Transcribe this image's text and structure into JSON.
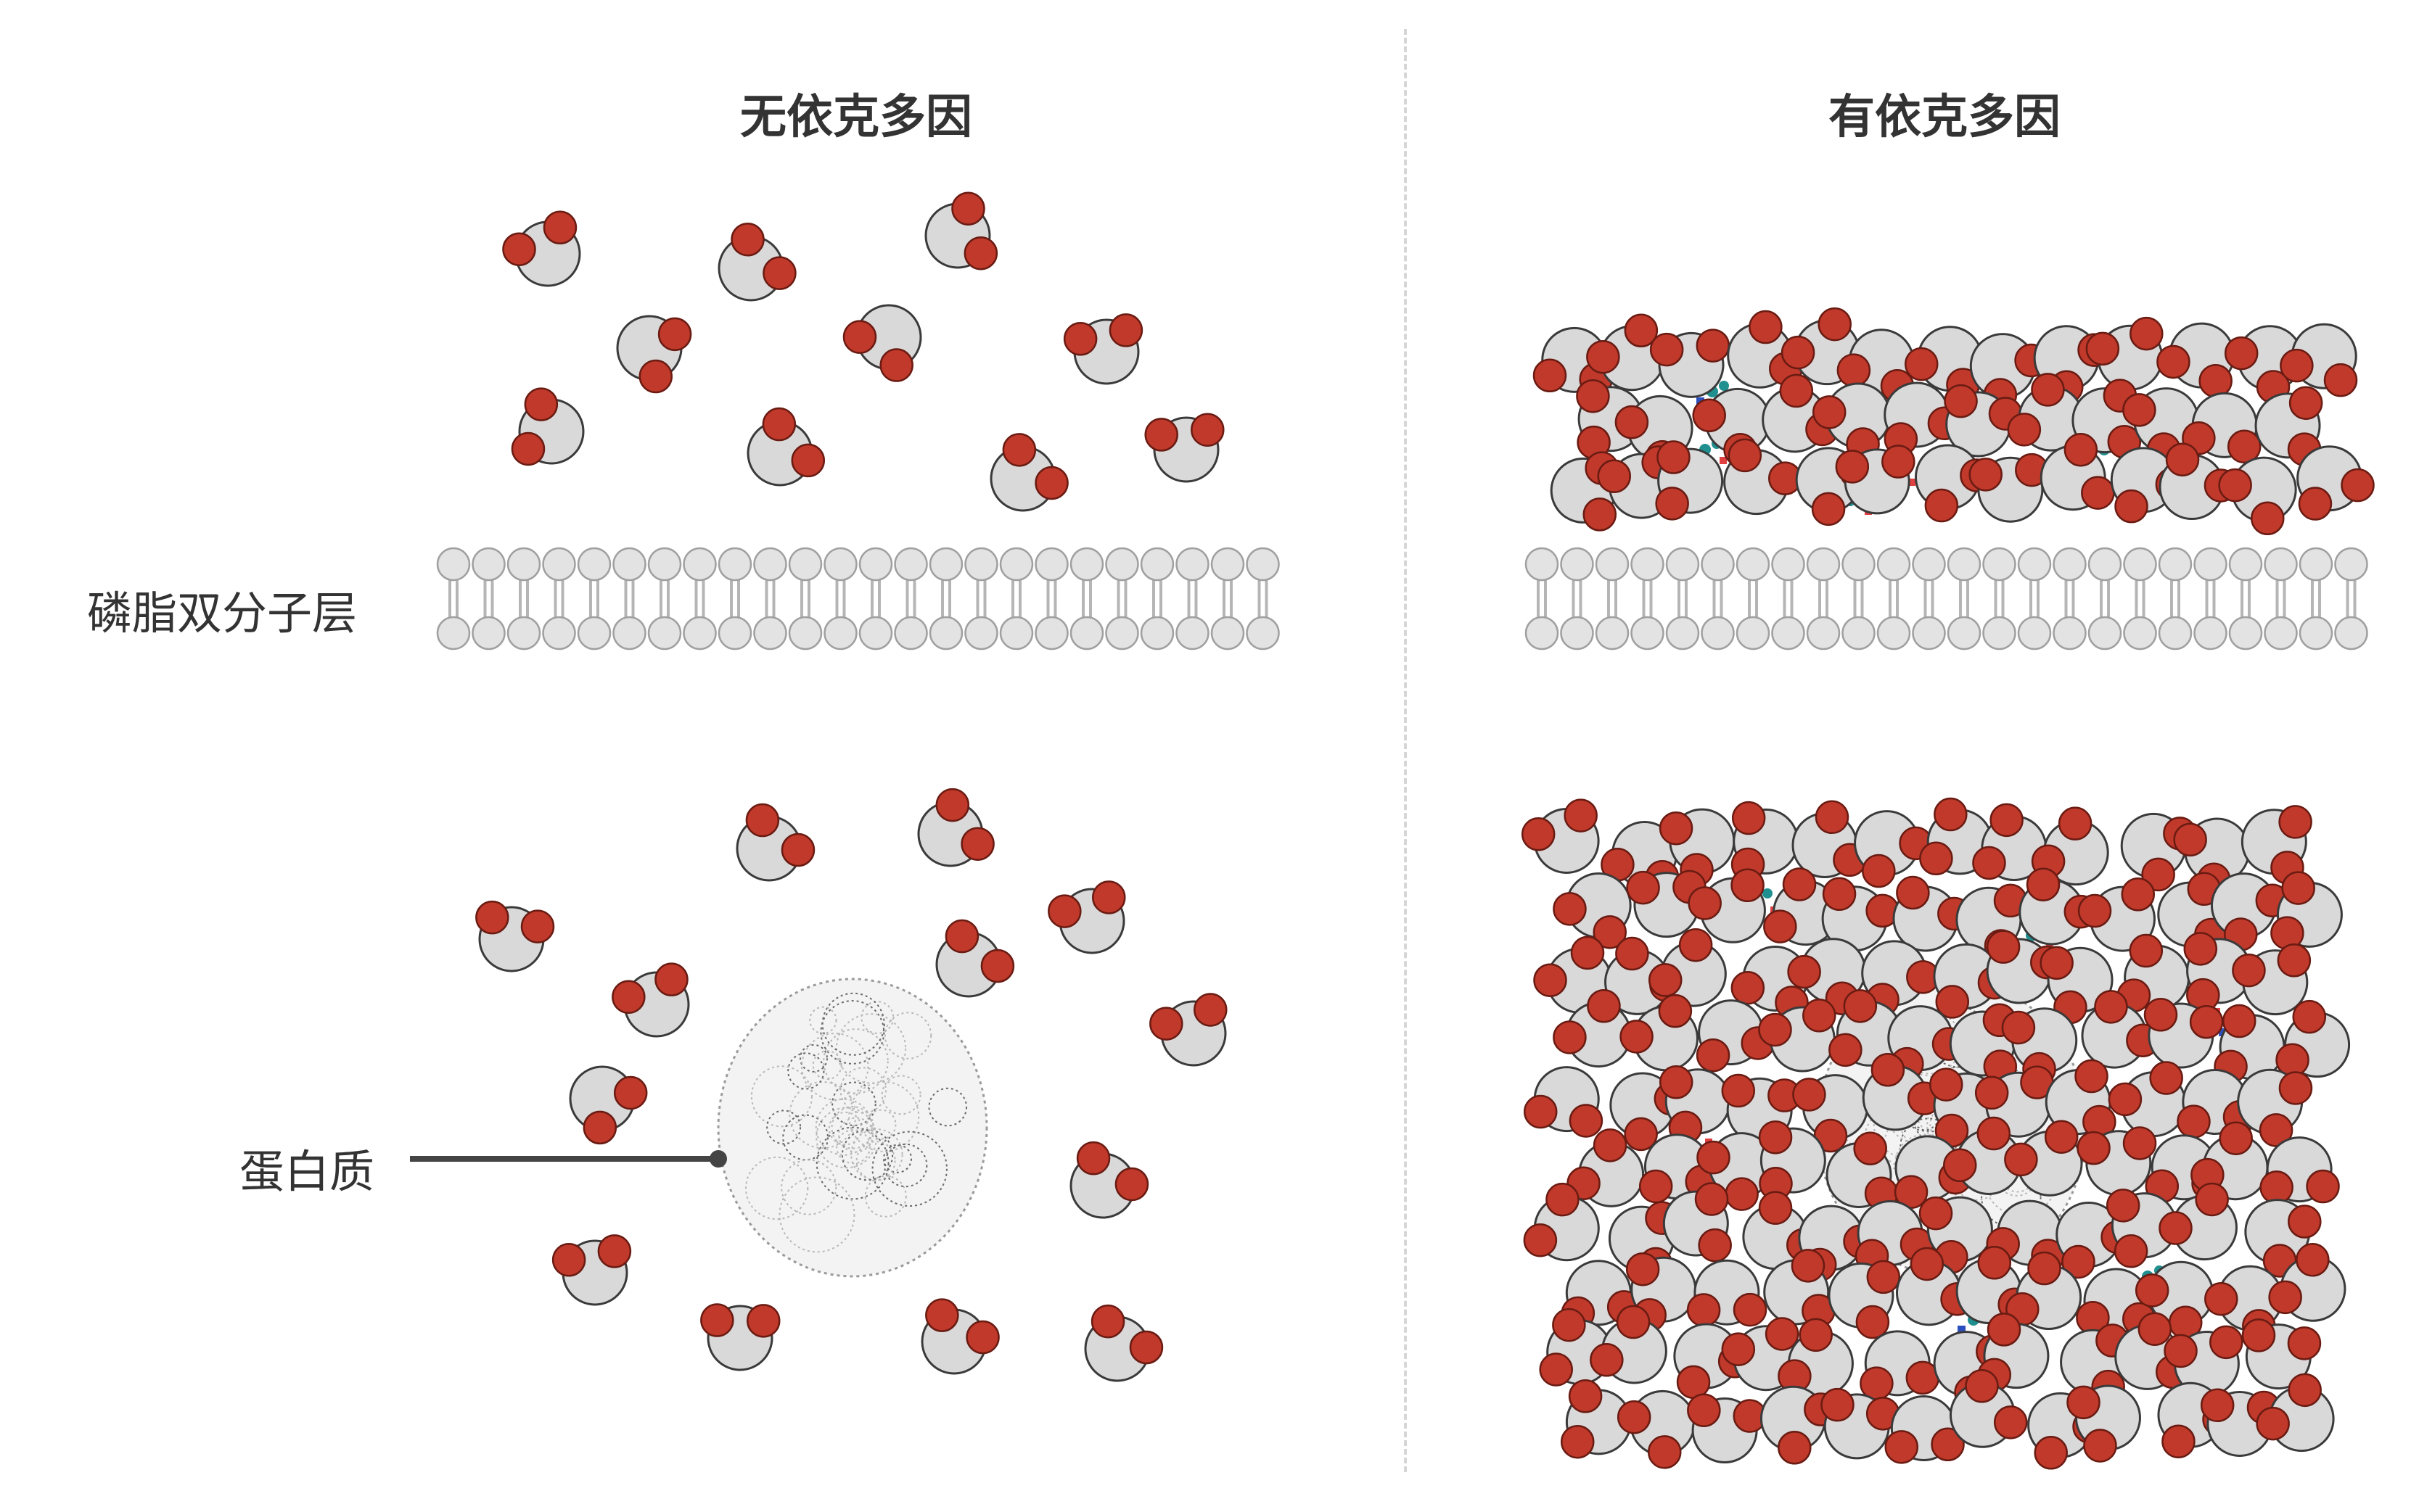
{
  "titles": {
    "left": "无依克多因",
    "right": "有依克多因"
  },
  "labels": {
    "membrane": "磷脂双分子层",
    "protein": "蛋白质"
  },
  "colors": {
    "water_body": "#d9d9d9",
    "water_outline": "#3a3a3a",
    "hydrogen": "#c0392b",
    "lipid": "#e3e3e3",
    "lipid_outline": "#a0a0a0",
    "ectoine_teal": "#1f8f8f",
    "ectoine_blue": "#2b4fbf",
    "ectoine_red": "#e04040",
    "pointer": "#444444",
    "text": "#333333"
  },
  "icons": {
    "water_molecule": "water-molecule-icon",
    "ectoine_molecule": "ectoine-molecule-icon",
    "protein": "protein-structure-icon",
    "phospholipid_bilayer": "phospholipid-bilayer-icon"
  }
}
